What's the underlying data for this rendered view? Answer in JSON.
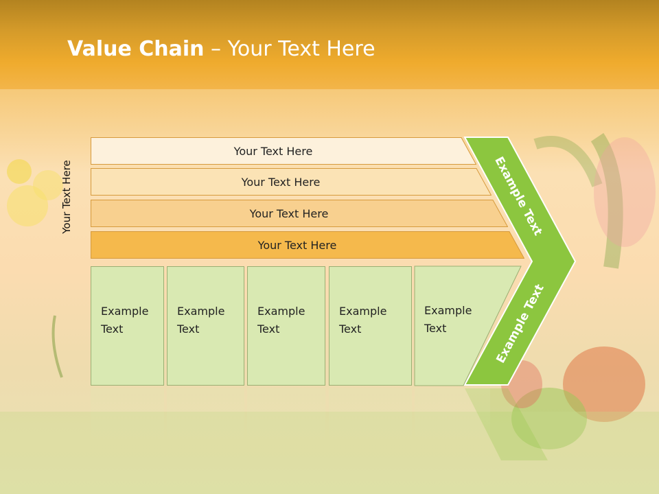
{
  "slide": {
    "title_bold": "Value Chain",
    "title_rest": " – Your Text Here",
    "side_label": "Your Text Here"
  },
  "bars": [
    {
      "label": "Your Text Here",
      "color": "#fdf1dc"
    },
    {
      "label": "Your Text Here",
      "color": "#fbe3b5"
    },
    {
      "label": "Your Text Here",
      "color": "#f8d08f"
    },
    {
      "label": "Your Text Here",
      "color": "#f5b94c"
    }
  ],
  "cells": [
    {
      "line1": "Example",
      "line2": "Text"
    },
    {
      "line1": "Example",
      "line2": "Text"
    },
    {
      "line1": "Example",
      "line2": "Text"
    },
    {
      "line1": "Example",
      "line2": "Text"
    },
    {
      "line1": "Example",
      "line2": "Text"
    }
  ],
  "chevron": {
    "upper_label": "Example Text",
    "lower_label": "Example Text",
    "color": "#8cc63f"
  }
}
